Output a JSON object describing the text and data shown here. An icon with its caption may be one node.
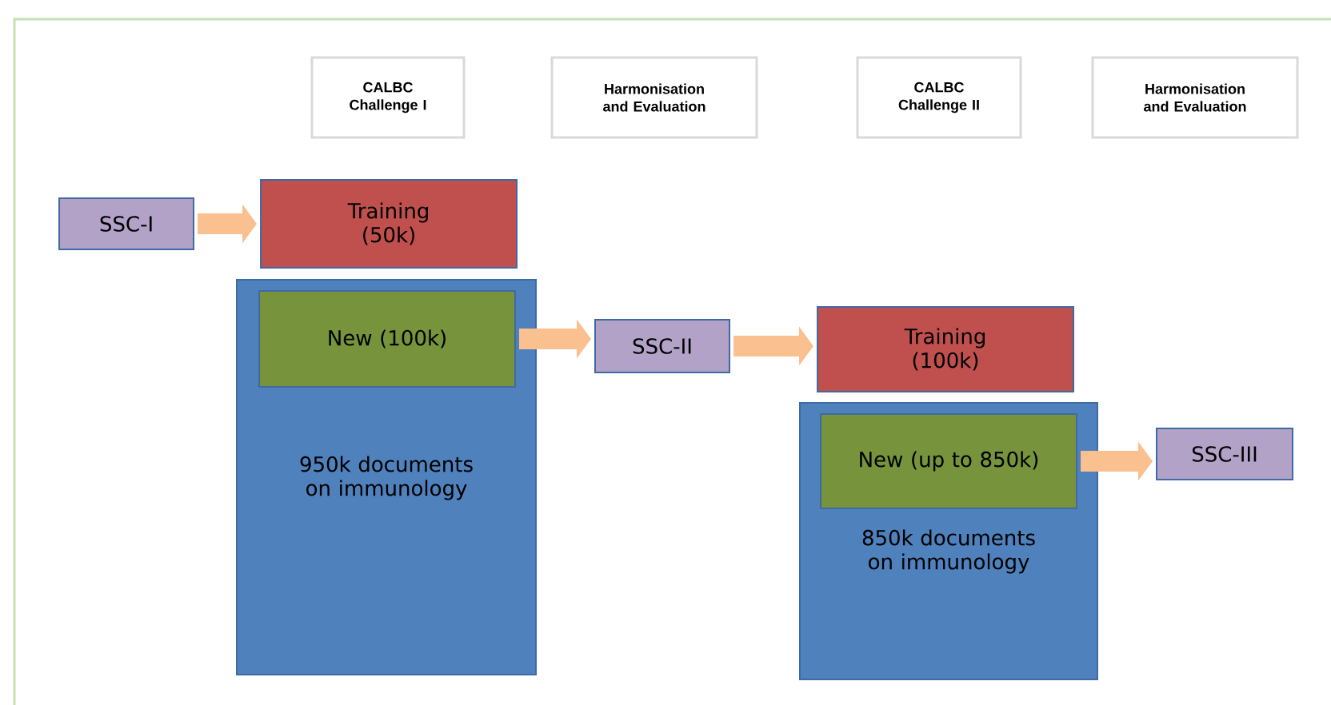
{
  "diagram": {
    "nodes": [
      {
        "text": [
          "CALBC Challenge I"
        ]
      },
      {
        "text": [
          "Harmonisation and Evaluation"
        ]
      },
      {
        "text": [
          "CALBC Challenge II"
        ]
      },
      {
        "text": [
          "Harmonisation and Evaluation"
        ]
      },
      {
        "text": [
          "SSC-I"
        ]
      },
      {
        "text": [
          "Training (50k)"
        ]
      },
      {
        "text": [
          "950k documents on immunology"
        ]
      },
      {
        "text": [
          "New (100k)"
        ],
        "in": 6
      },
      {
        "text": [
          "SSC-II"
        ]
      },
      {
        "text": [
          "Training (100k)"
        ]
      },
      {
        "text": [
          "850k documents on immunology"
        ]
      },
      {
        "text": [
          "New (up to 850k)"
        ],
        "in": 10
      },
      {
        "text": [
          "SSC-III"
        ]
      }
    ],
    "edges": [
      {
        "from": 4,
        "to": 5,
        "arrow": "to"
      },
      {
        "from": 7,
        "to": 8,
        "arrow": "to"
      },
      {
        "from": 8,
        "to": 9,
        "arrow": "to"
      },
      {
        "from": 11,
        "to": 12,
        "arrow": "to"
      }
    ]
  }
}
